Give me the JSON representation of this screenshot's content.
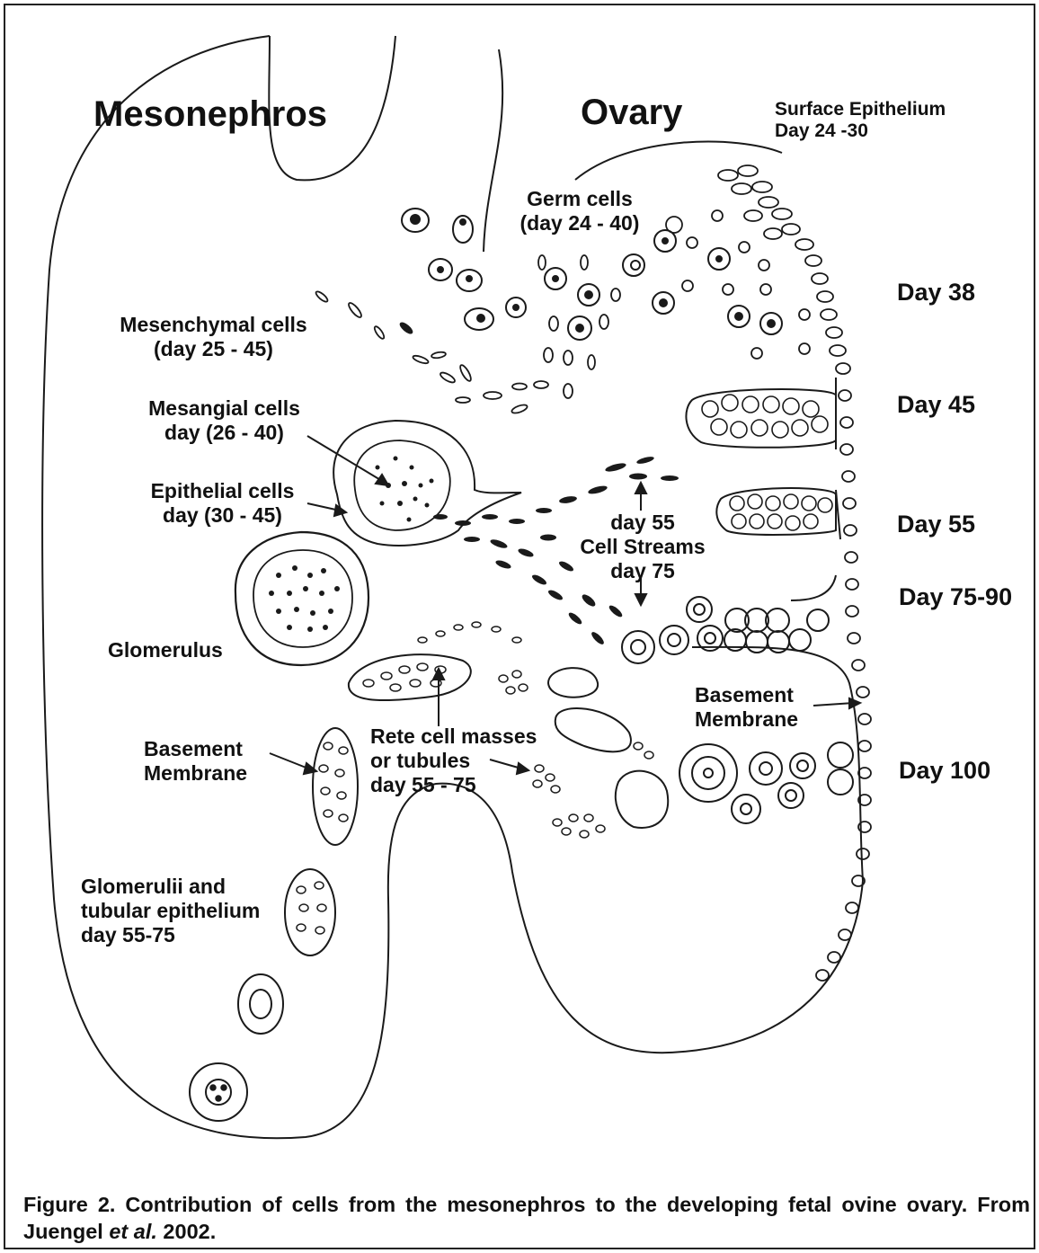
{
  "labels": {
    "mesonephros": "Mesonephros",
    "ovary": "Ovary",
    "surface_epithelium": [
      "Surface Epithelium",
      "Day 24 -30"
    ],
    "germ_cells": [
      "Germ cells",
      "(day 24 - 40)"
    ],
    "mesenchymal_cells": [
      "Mesenchymal cells",
      "(day 25 - 45)"
    ],
    "mesangial_cells": [
      "Mesangial cells",
      "day (26 - 40)"
    ],
    "epithelial_cells": [
      "Epithelial cells",
      "day (30 - 45)"
    ],
    "glomerulus": "Glomerulus",
    "cell_streams": [
      "day 55",
      "Cell Streams",
      "day 75"
    ],
    "basement_membrane_left": [
      "Basement",
      "Membrane"
    ],
    "basement_membrane_right": [
      "Basement",
      "Membrane"
    ],
    "rete_cell_masses": [
      "Rete cell masses",
      "or tubules",
      "day 55 - 75"
    ],
    "glomerulii_tubular": [
      "Glomerulii and",
      "tubular epithelium",
      "day 55-75"
    ],
    "day_38": "Day 38",
    "day_45": "Day 45",
    "day_55": "Day 55",
    "day_75_90": "Day 75-90",
    "day_100": "Day 100"
  },
  "caption": {
    "prefix": "Figure 2.  Contribution of cells from the mesonephros to the developing fetal ovine ovary.  From Juengel ",
    "italic": "et al.",
    "suffix": " 2002."
  }
}
